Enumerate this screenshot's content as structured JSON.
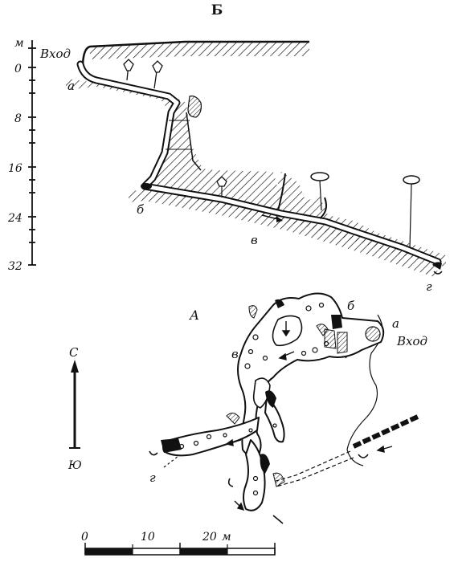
{
  "profile": {
    "label": "Б",
    "unit": "м",
    "depth_ticks": [
      "0",
      "8",
      "16",
      "24",
      "32"
    ],
    "entrance": "Вход",
    "points": [
      "а",
      "б",
      "в",
      "г"
    ]
  },
  "plan": {
    "label": "А",
    "entrance": "Вход",
    "points": [
      "а",
      "б",
      "в",
      "г"
    ],
    "north": "С",
    "south": "Ю"
  },
  "scale": {
    "ticks": [
      "0",
      "10",
      "20"
    ],
    "unit": "м"
  },
  "colors": {
    "ink": "#111111",
    "paper": "#ffffff"
  }
}
